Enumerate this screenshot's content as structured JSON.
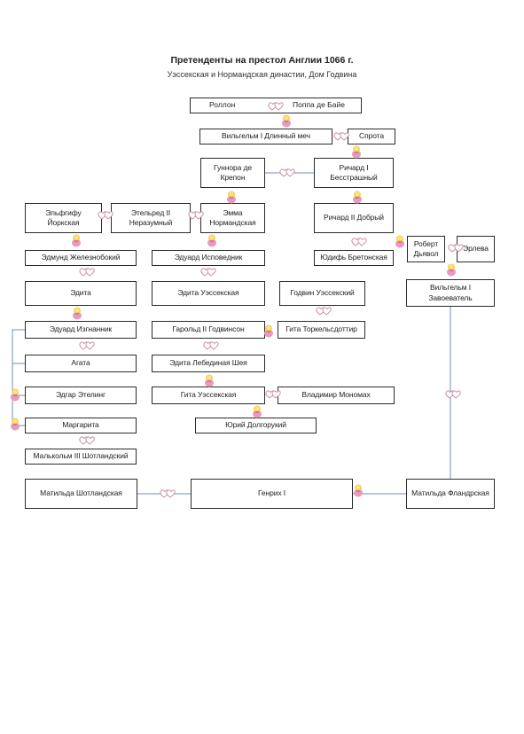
{
  "title": "Претенденты на престол Англии 1066 г.",
  "subtitle": "Уэссекская и Нормандская династии, Дом Годвина",
  "colors": {
    "heart": "#c98aa4",
    "baby_body": "#e79bc0",
    "baby_face": "#f6d24e",
    "line": "#6d8fbf",
    "border": "#2b2b2b"
  },
  "persons": {
    "rollon": "Роллон",
    "poppa": "Поппа де Байе",
    "wilhelm_longsword": "Вильгельм I Длинный меч",
    "sprota": "Спрота",
    "gunnora": "Гуннора де Крепон",
    "richard1": "Ричард I Бесстрашный",
    "elfgifu": "Эльфгифу Йоркская",
    "ethelred": "Этельред II Неразумный",
    "emma": "Эмма Нормандская",
    "richard2": "Ричард II Добрый",
    "robert": "Роберт Дьявол",
    "herleva": "Эрлева",
    "edmund": "Эдмунд Железнобокий",
    "edward_confessor": "Эдуард Исповедник",
    "judith": "Юдифь Бретонская",
    "edita1": "Эдита",
    "edita_wessex": "Эдита Уэссекская",
    "godwin": "Годвин Уэссекский",
    "wilhelm_conqueror": "Вильгельм I Завоеватель",
    "edward_exile": "Эдуард Изгнанник",
    "harold2": "Гарольд II Годвинсон",
    "gita_thork": "Гита Торкельсдоттир",
    "agatha": "Агата",
    "edith_swan": "Эдита Лебединая Шея",
    "edgar": "Эдгар Этелинг",
    "gita_wessex": "Гита Уэссекская",
    "vladimir": "Владимир Мономах",
    "margaret": "Маргарита",
    "yuri": "Юрий Долгорукий",
    "malcolm": "Малькольм III Шотландский",
    "matilda_scot": "Матильда Шотландская",
    "henry1": "Генрих I",
    "matilda_flanders": "Матильда Фландрская"
  },
  "icons": {
    "marriage": "double-heart-icon",
    "child": "baby-icon"
  }
}
